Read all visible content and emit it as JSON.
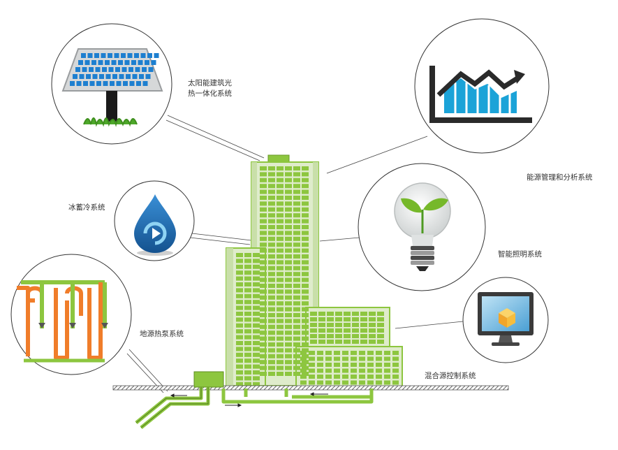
{
  "labels": {
    "solar_line1": "太阳能建筑光",
    "solar_line2": "热一体化系统",
    "energy_mgmt": "能源管理和分析系统",
    "ice_storage": "冰蓄冷系统",
    "lighting": "智能照明系统",
    "ground_heat_pump": "地源热泵系统",
    "hybrid_control": "混合源控制系统"
  },
  "colors": {
    "building_green": "#8dc63f",
    "pipe_orange": "#f07d2a",
    "chart_blue": "#1ba3d8",
    "drop_blue": "#1f6fb5",
    "dark": "#2a2a2a"
  }
}
